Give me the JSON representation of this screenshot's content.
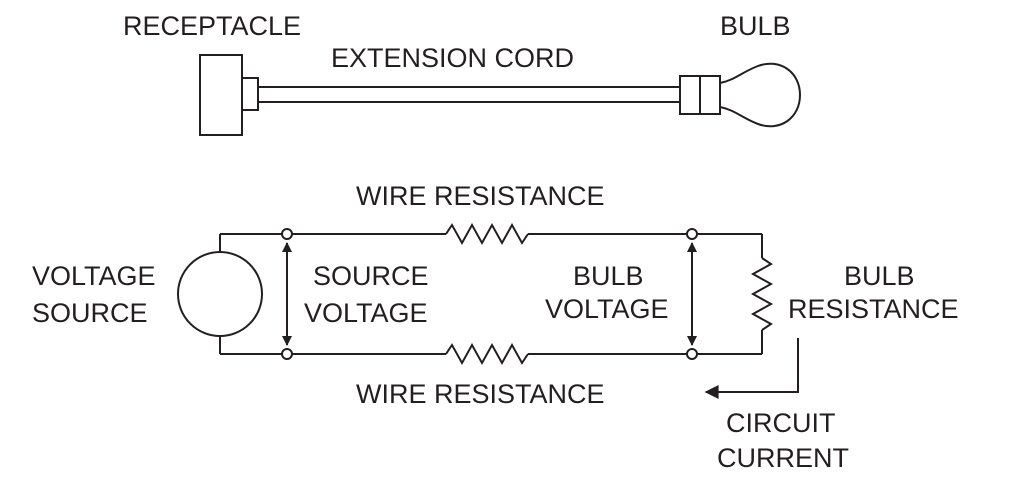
{
  "labels": {
    "receptacle": "RECEPTACLE",
    "extension_cord": "EXTENSION CORD",
    "bulb": "BULB",
    "wire_resistance_top": "WIRE RESISTANCE",
    "wire_resistance_bottom": "WIRE RESISTANCE",
    "voltage_source": [
      "VOLTAGE",
      "SOURCE"
    ],
    "source_voltage": [
      "SOURCE",
      "VOLTAGE"
    ],
    "bulb_voltage": [
      "BULB",
      "VOLTAGE"
    ],
    "bulb_resistance": [
      "BULB",
      "RESISTANCE"
    ],
    "circuit_current": [
      "CIRCUIT",
      "CURRENT"
    ]
  },
  "colors": {
    "ink": "#231f20",
    "background": "#ffffff"
  }
}
